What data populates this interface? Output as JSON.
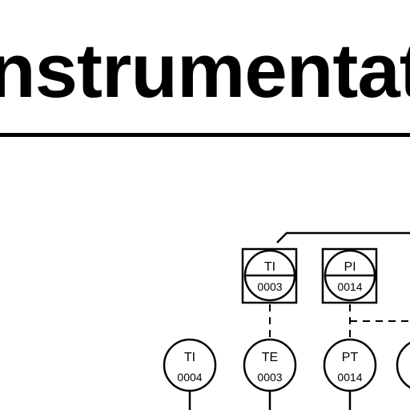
{
  "header": {
    "title": "nstrumentat"
  },
  "instruments": [
    {
      "function": "TI",
      "loop": "0003"
    },
    {
      "function": "PI",
      "loop": "0014"
    },
    {
      "function": "TI",
      "loop": "0004"
    },
    {
      "function": "TE",
      "loop": "0003"
    },
    {
      "function": "PT",
      "loop": "0014"
    }
  ]
}
